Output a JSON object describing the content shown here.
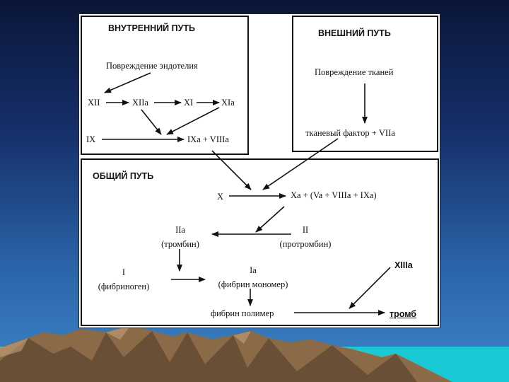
{
  "intrinsic": {
    "title": "ВНУТРЕННИЙ ПУТЬ",
    "trigger": "Повреждение эндотелия",
    "xii": "XII",
    "xiia": "XIIa",
    "xi": "XI",
    "xia": "XIa",
    "ix": "IX",
    "ixa_viiia": "IXa + VIIIa"
  },
  "extrinsic": {
    "title": "ВНЕШНИЙ ПУТЬ",
    "trigger": "Повреждение тканей",
    "tissue_factor": "тканевый фактор + VIIa"
  },
  "common": {
    "title": "ОБЩИЙ ПУТЬ",
    "x": "X",
    "xa_complex": "Xa + (Va + VIIIa + IXa)",
    "iia": "IIa",
    "thrombin": "(тромбин)",
    "ii": "II",
    "prothrombin": "(протромбин)",
    "i": "I",
    "fibrinogen": "(фибриноген)",
    "ia": "Ia",
    "fibrin_monomer": "(фибрин мономер)",
    "xiiia": "XIIIa",
    "fibrin_polymer": "фибрин полимер",
    "thrombus": "тромб"
  },
  "colors": {
    "sky_top": "#0a1638",
    "sky_bottom": "#3d86c8",
    "sea": "#19c9d6",
    "mountain": "#8a6a47",
    "mountain_dark": "#4e3826"
  }
}
